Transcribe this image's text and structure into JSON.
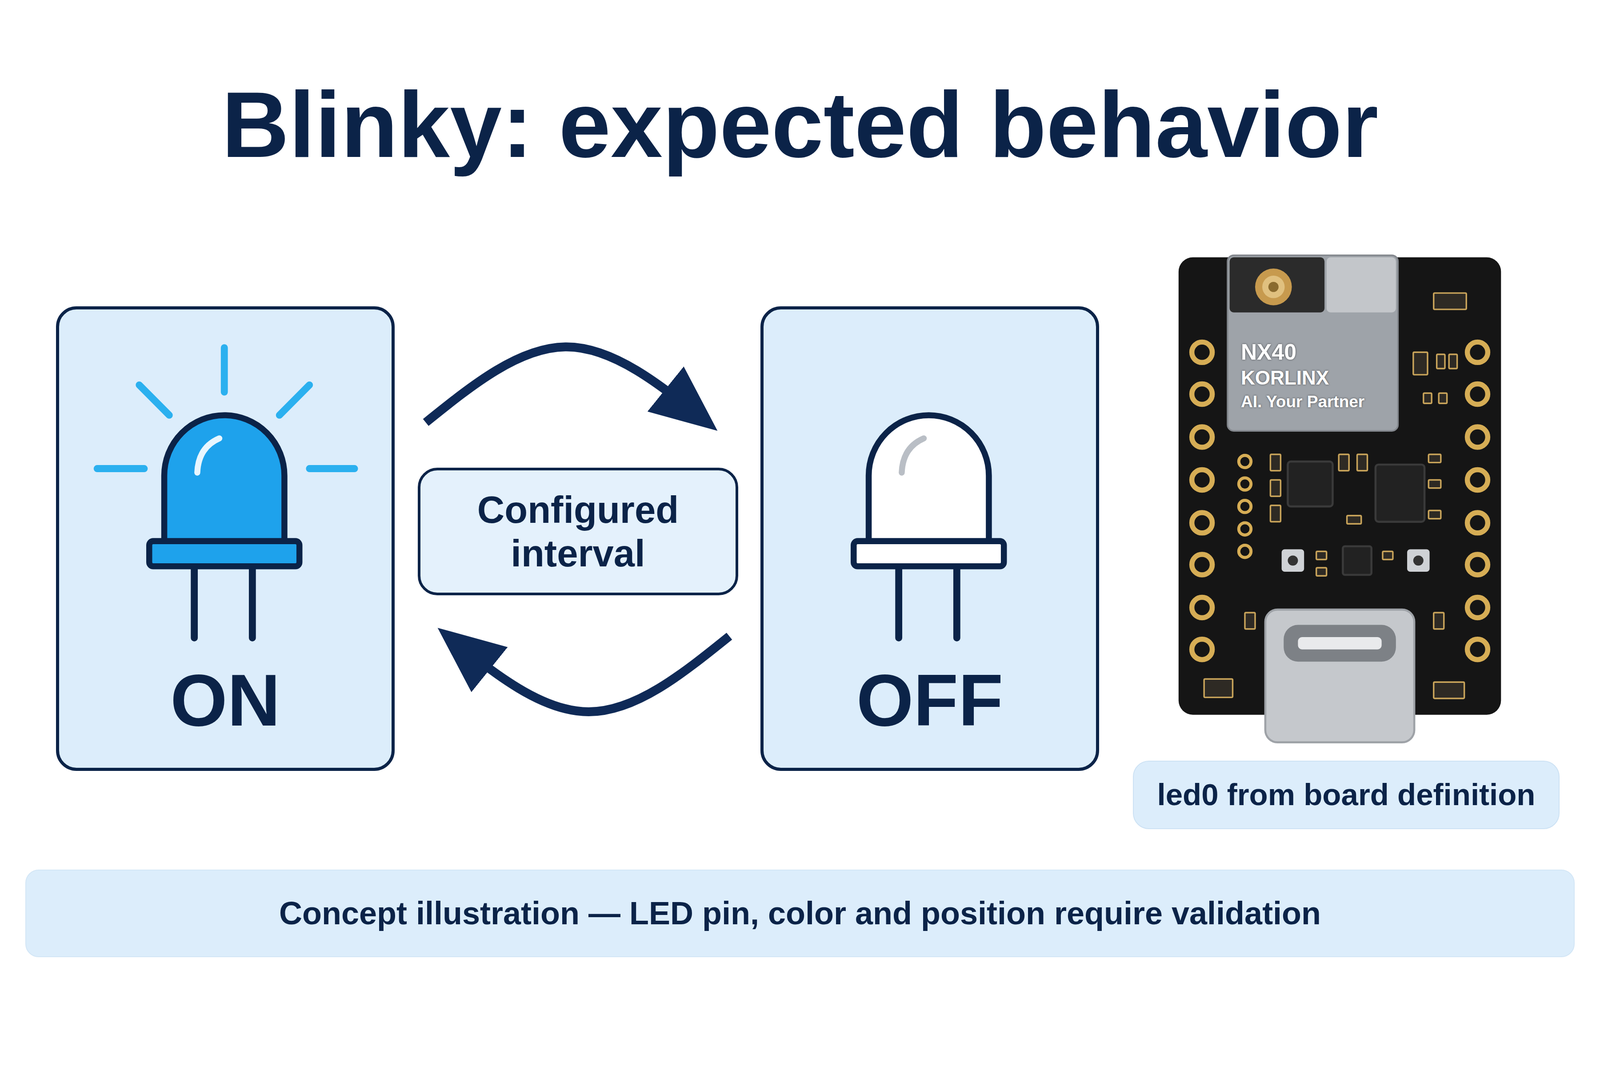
{
  "diagram": {
    "title": "Blinky: expected behavior",
    "nodes": [
      {
        "text": [
          "ON"
        ]
      },
      {
        "text": [
          "Configured interval"
        ]
      },
      {
        "text": [
          "OFF"
        ]
      },
      {
        "text": [
          "led0 from board definition"
        ]
      },
      {
        "text": [
          "Concept illustration — LED pin, color and position require validation"
        ]
      }
    ],
    "edges": [
      {
        "from": 0,
        "to": 2,
        "arrow": "to"
      },
      {
        "from": 2,
        "to": 0,
        "arrow": "to"
      }
    ],
    "labels": [
      "NX40",
      "KORLINX",
      "AI. Your Partner"
    ]
  }
}
